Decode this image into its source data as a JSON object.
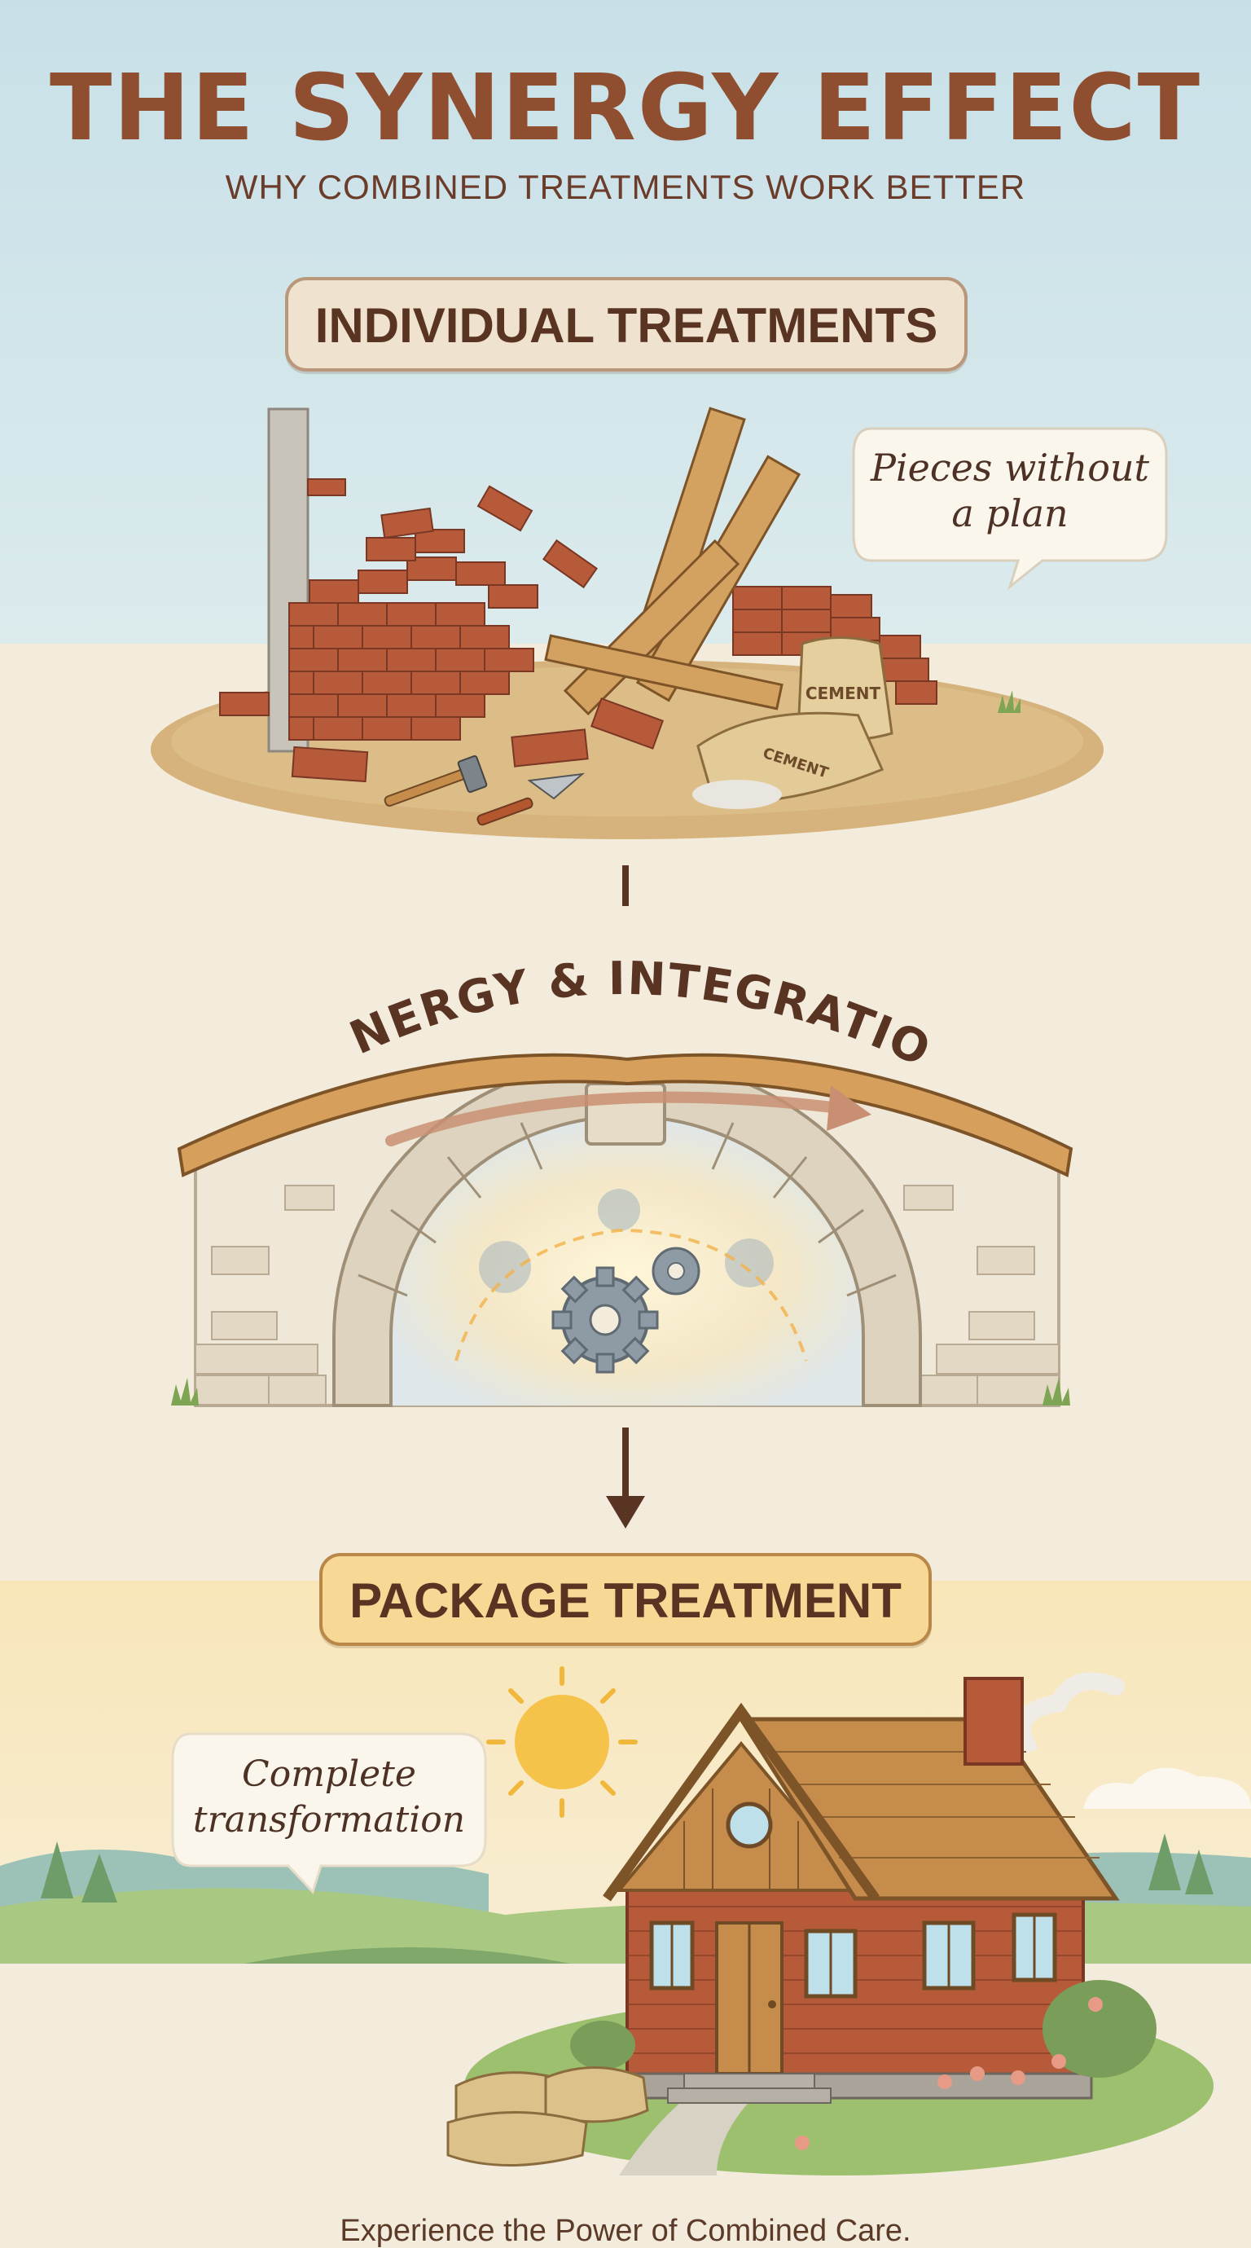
{
  "header": {
    "title": "THE SYNERGY EFFECT",
    "subtitle": "WHY COMBINED TREATMENTS WORK BETTER"
  },
  "stage1": {
    "label": "INDIVIDUAL TREATMENTS",
    "bubble_line1": "Pieces without",
    "bubble_line2": "a plan",
    "bag1_text": "CEMENT",
    "bag2_text": "CEMENT"
  },
  "stage2": {
    "label": "SYNERGY & INTEGRATION"
  },
  "stage3": {
    "label": "PACKAGE TREATMENT",
    "bubble_line1": "Complete",
    "bubble_line2": "transformation"
  },
  "footer": {
    "tagline": "Experience the Power of Combined Care."
  },
  "colors": {
    "sky_top": "#cbe3ea",
    "sand": "#f3ecdc",
    "title_brown": "#8f4e30",
    "brick": "#b65a3a",
    "wood": "#c58c4c",
    "stone": "#e7e0d2",
    "gear": "#8e9aa4",
    "sun": "#f5c24a",
    "grass": "#8fb86a"
  }
}
